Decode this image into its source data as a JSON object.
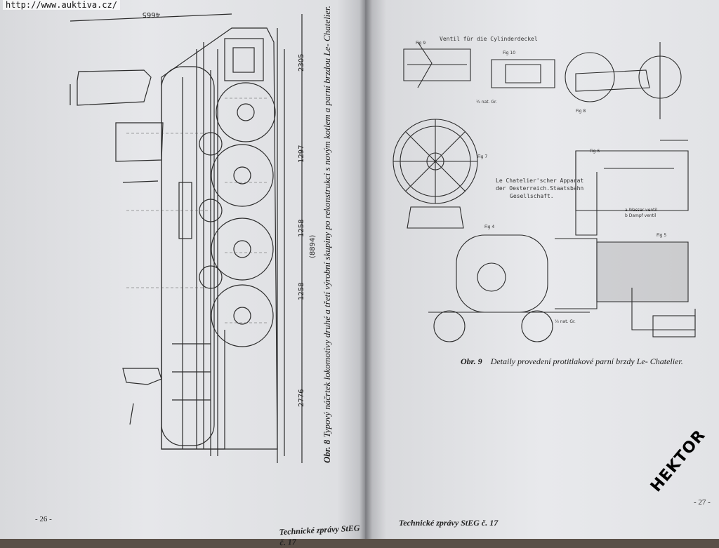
{
  "watermark": {
    "url": "http://www.auktiva.cz/"
  },
  "left_page": {
    "caption_label": "Obr. 8",
    "caption_text": "Typový náčrtek lokomotivy druhé a třetí výrobní skupiny po rekonstrukci s novým kotlem a parní brzdou Le- Chatelier.",
    "page_number": "- 26 -",
    "footer": "Technické zprávy StEG č. 17",
    "dimensions": [
      "4665",
      "2305",
      "1297",
      "1258",
      "(8894)",
      "1258",
      "2776"
    ]
  },
  "right_page": {
    "plate_heading": "Ventil für die Cylinderdeckel",
    "plate_title_lines": [
      "Le Chatelier'scher Apparat",
      "der Oesterreich.Staatsbahn",
      "Gesellschaft."
    ],
    "fig_labels": [
      "Fig 9",
      "Fig 10",
      "Fig 8",
      "Fig 7",
      "Fig 6",
      "Fig 4",
      "Fig 5",
      "¼ nat. Gr.",
      "⅓ nat. Gr.",
      "a Wasser ventil",
      "b Dampf ventil"
    ],
    "caption_label": "Obr. 9",
    "caption_text": "Detaily provedení protitlakové parní brzdy Le- Chatelier.",
    "page_number": "- 27 -",
    "footer": "Technické zprávy StEG č. 17"
  },
  "stamp": {
    "text": "HEKTOR"
  }
}
